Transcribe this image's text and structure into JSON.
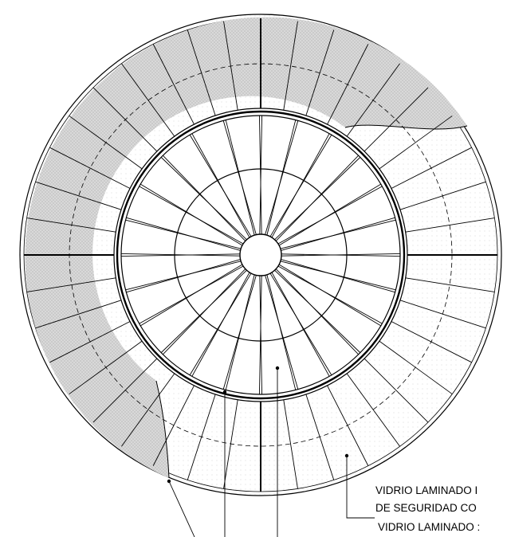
{
  "drawing": {
    "labels": [
      "VIDRIO LAMINADO I",
      "DE SEGURIDAD CO",
      "VIDRIO LAMINADO :"
    ]
  },
  "colors": {
    "line": "#000000",
    "hatch_fill": "#d4d4d4",
    "background": "#ffffff"
  },
  "components": {
    "outer_ring_segments": 40,
    "inner_dome_ribs": 24
  }
}
